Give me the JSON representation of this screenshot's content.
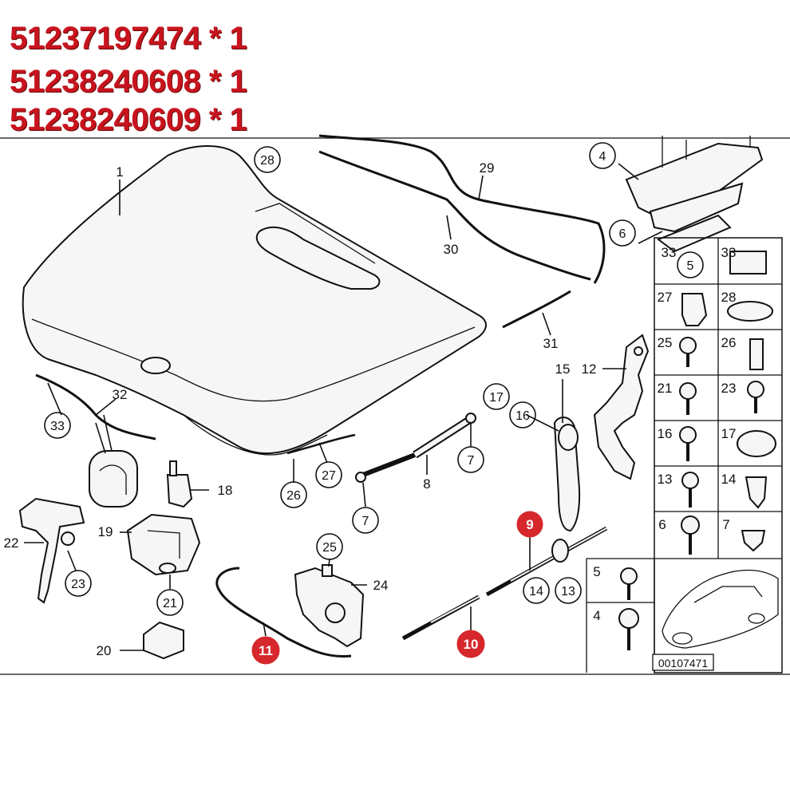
{
  "part_numbers": [
    {
      "number": "51237197474",
      "qty": " * 1"
    },
    {
      "number": "51238240608",
      "qty": " * 1"
    },
    {
      "number": "51238240609",
      "qty": " * 1"
    }
  ],
  "highlight_color": "#c8141e",
  "callouts": {
    "c1": "1",
    "c28": "28",
    "c29": "29",
    "c30": "30",
    "c31": "31",
    "c4": "4",
    "c6": "6",
    "c5": "5",
    "c32": "32",
    "c33": "33",
    "c27": "27",
    "c26": "26",
    "c7a": "7",
    "c7b": "7",
    "c8": "8",
    "c15": "15",
    "c12": "12",
    "c17": "17",
    "c16": "16",
    "c18": "18",
    "c19": "19",
    "c22": "22",
    "c23": "23",
    "c21": "21",
    "c20": "20",
    "c25": "25",
    "c24": "24",
    "c9": "9",
    "c14": "14",
    "c13": "13",
    "c10": "10",
    "c11": "11"
  },
  "grid": {
    "g33": "33",
    "g27": "27",
    "g28": "28",
    "g25": "25",
    "g26": "26",
    "g21": "21",
    "g23": "23",
    "g16": "16",
    "g17": "17",
    "g13": "13",
    "g14": "14",
    "g6": "6",
    "g7": "7",
    "g5": "5",
    "g4": "4"
  },
  "diagram_id": "00107471"
}
